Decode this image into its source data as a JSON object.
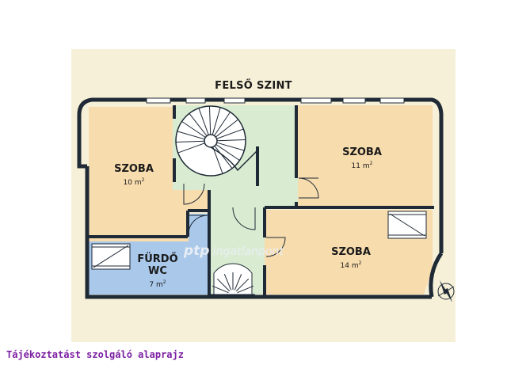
{
  "plan": {
    "title": "FELSŐ SZINT",
    "rooms": [
      {
        "id": "szoba-1",
        "name": "SZOBA",
        "area_num": "10",
        "area_unit": "m",
        "area_sup": "2"
      },
      {
        "id": "szoba-2",
        "name": "SZOBA",
        "area_num": "11",
        "area_unit": "m",
        "area_sup": "2"
      },
      {
        "id": "szoba-3",
        "name": "SZOBA",
        "area_num": "14",
        "area_unit": "m",
        "area_sup": "2"
      },
      {
        "id": "furdo",
        "name": "FÜRDŐ",
        "name2": "WC",
        "area_num": "7",
        "area_unit": "m",
        "area_sup": "2"
      }
    ],
    "watermark": {
      "brand": "ptp",
      "rest": " ingatlanpont"
    },
    "colors": {
      "background": "#f6f0d8",
      "room": "#f7dcae",
      "hall": "#d9ecd2",
      "bathroom": "#a9c8ea",
      "wall": "#1f2a36"
    }
  },
  "caption": "Tájékoztatást szolgáló alaprajz",
  "icons": [
    "compass-icon",
    "window-icon",
    "staircase-icon"
  ]
}
